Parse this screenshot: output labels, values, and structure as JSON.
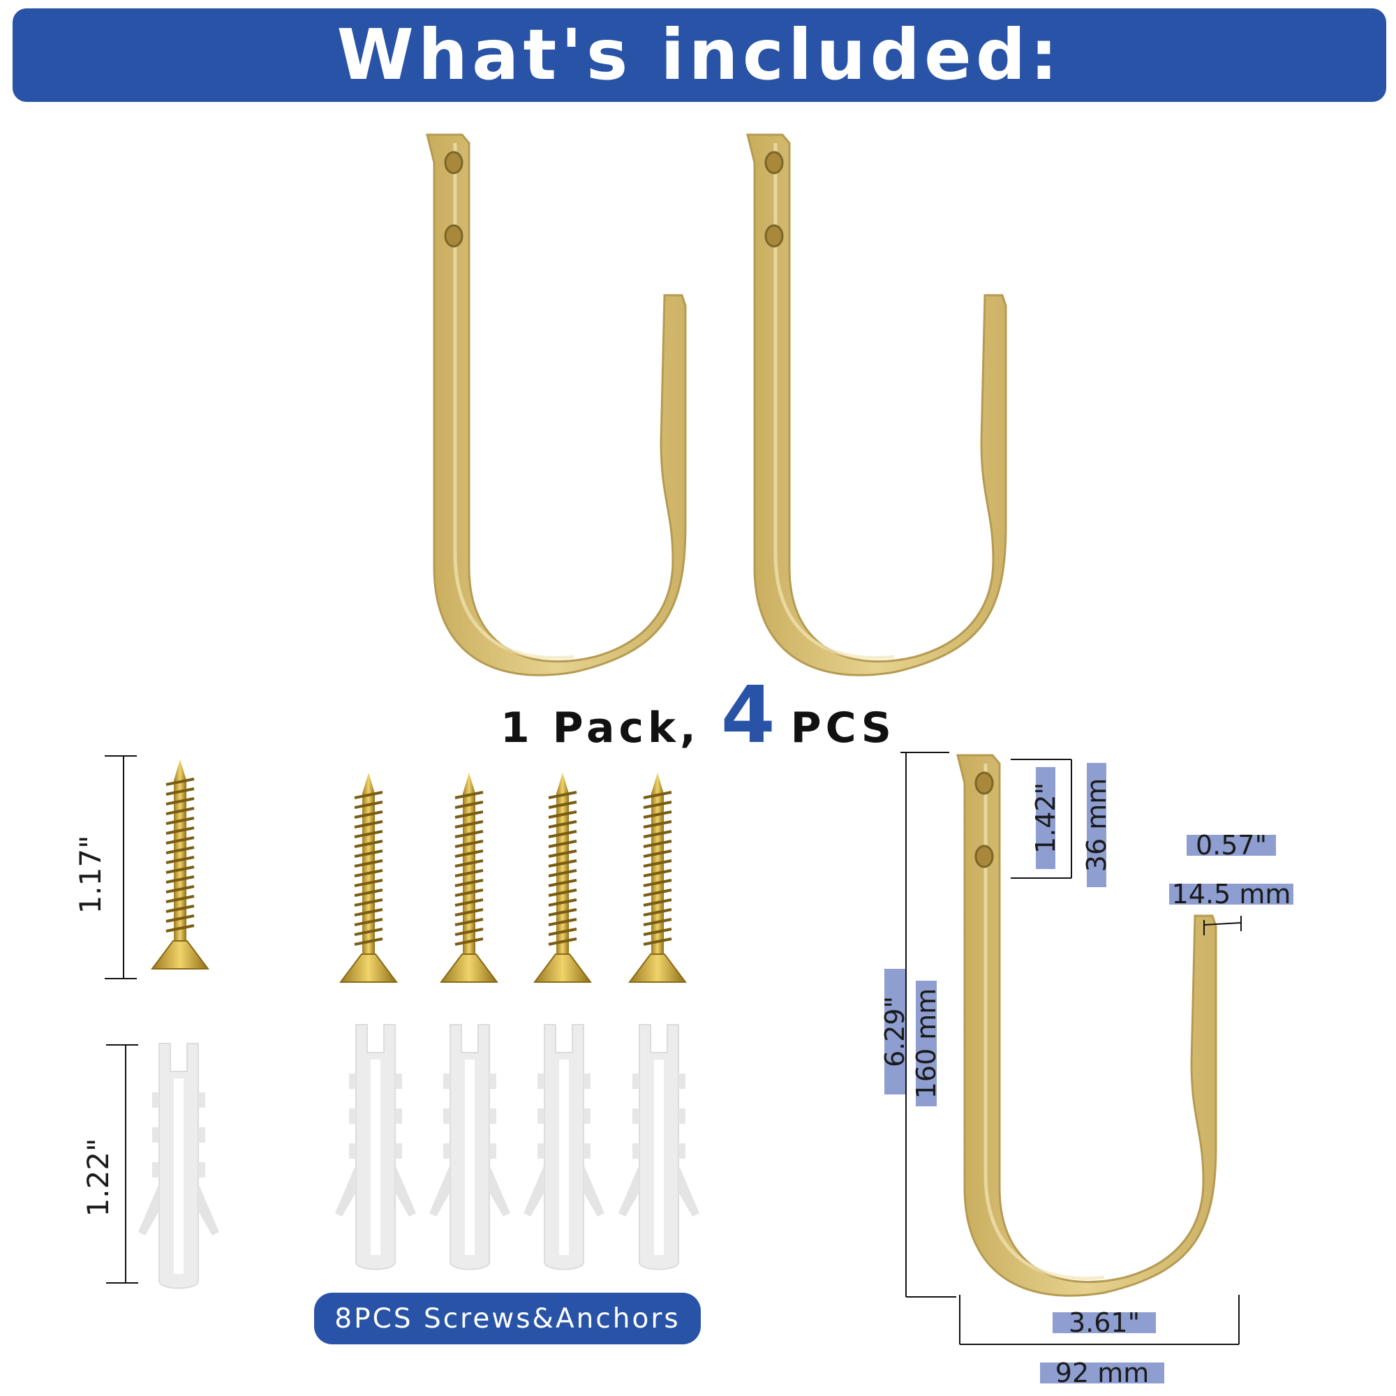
{
  "banner": {
    "title": "What's included:"
  },
  "pack": {
    "prefix": "1 Pack,",
    "count": "4",
    "suffix": "PCS"
  },
  "screws_label": "8PCS Screws&Anchors",
  "dimensions": {
    "screw_length": "1.17\"",
    "anchor_length": "1.22\"",
    "hook_height_in": "6.29\"",
    "hook_height_mm": "160 mm",
    "hole_span_in": "1.42\"",
    "hole_span_mm": "36 mm",
    "strap_width_in": "0.57\"",
    "strap_width_mm": "14.5 mm",
    "hook_width_in": "3.61\"",
    "hook_width_mm": "92 mm"
  },
  "colors": {
    "brand_blue": "#2853a6",
    "label_bg": "#8e9ed0",
    "gold": "#d9c27a",
    "gold_dark": "#b89d4c",
    "anchor": "#eeeeee"
  },
  "icons": [
    "j-hook-icon",
    "screw-icon",
    "wall-anchor-icon"
  ]
}
